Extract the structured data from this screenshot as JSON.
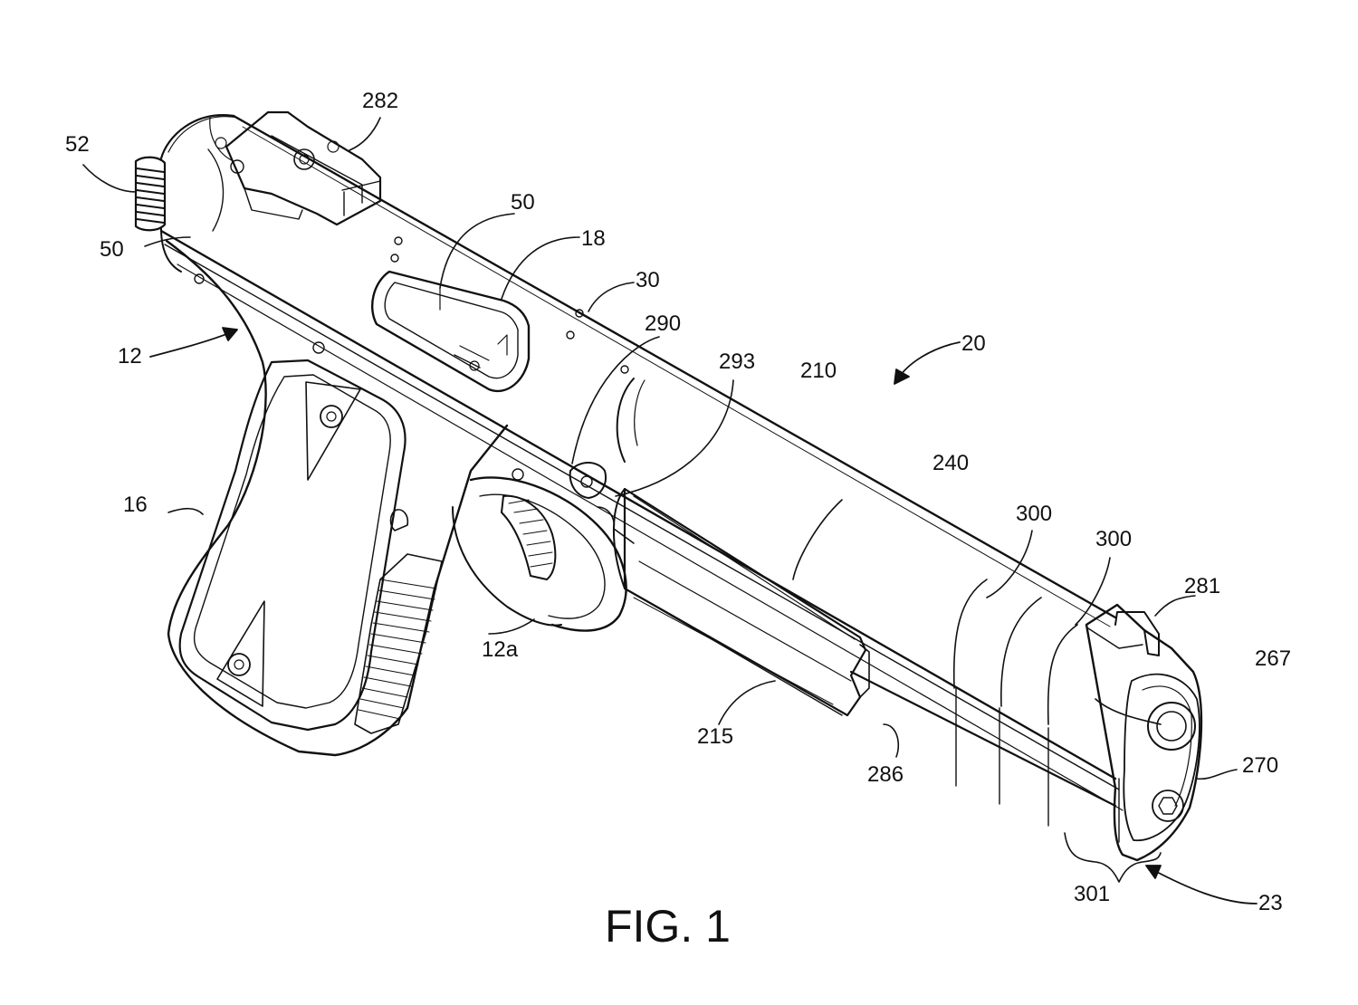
{
  "figure": {
    "title": "FIG. 1",
    "ink_color": "#111111",
    "background_color": "#ffffff"
  },
  "labels": {
    "l52": "52",
    "l282": "282",
    "l50_rear": "50",
    "l50_port": "50",
    "l18": "18",
    "l30": "30",
    "l290": "290",
    "l12": "12",
    "l293": "293",
    "l210": "210",
    "l20": "20",
    "l240": "240",
    "l16": "16",
    "l300_a": "300",
    "l300_b": "300",
    "l281": "281",
    "l267": "267",
    "l12a": "12a",
    "l215": "215",
    "l286": "286",
    "l270": "270",
    "l301": "301",
    "l23": "23"
  }
}
